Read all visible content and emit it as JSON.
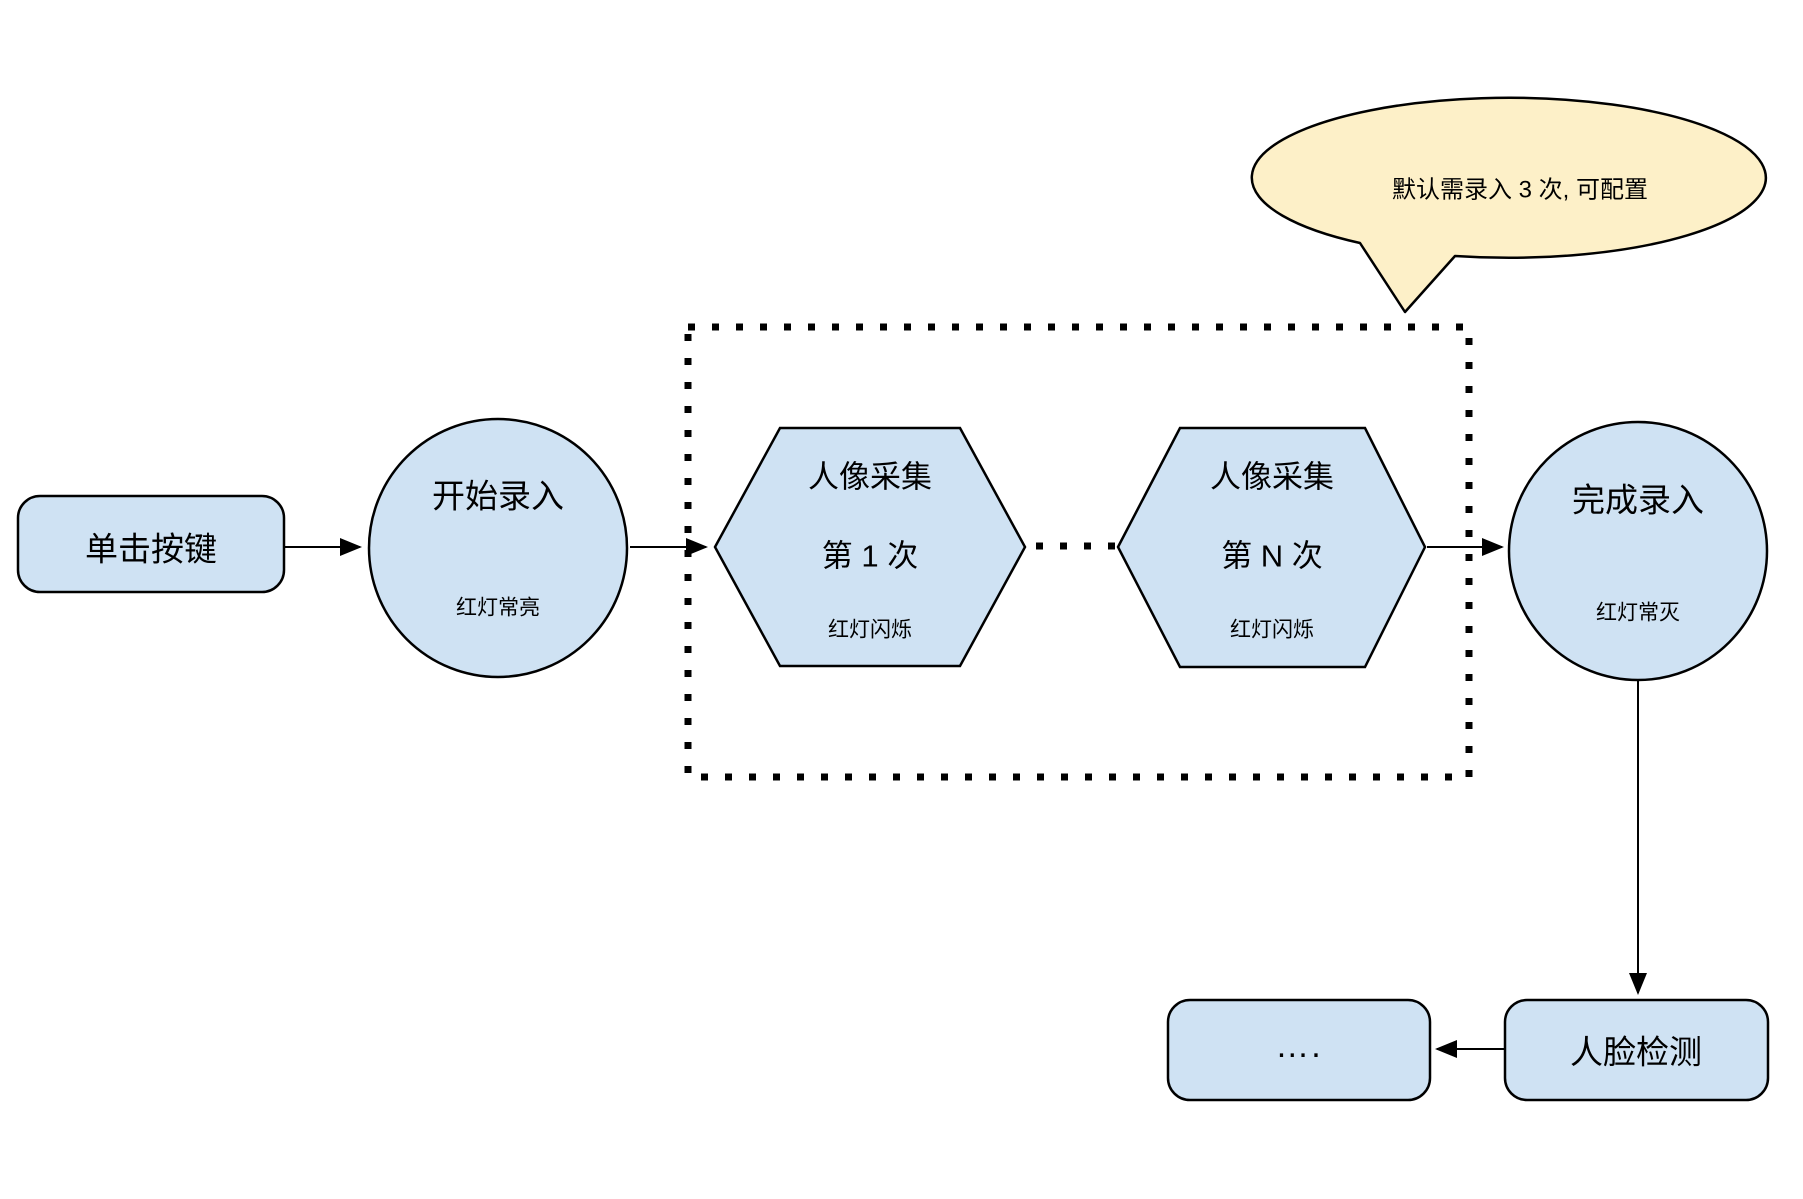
{
  "colors": {
    "node_fill": "#cfe2f3",
    "bubble_fill": "#fdf0c8",
    "stroke": "#000000",
    "background": "#ffffff"
  },
  "diagram": {
    "start_button": {
      "label": "单击按键"
    },
    "start_node": {
      "title": "开始录入",
      "status": "红灯常亮"
    },
    "capture_loop": {
      "first": {
        "title": "人像采集",
        "count": "第 1 次",
        "status": "红灯闪烁"
      },
      "nth": {
        "title": "人像采集",
        "count": "第 N 次",
        "status": "红灯闪烁"
      }
    },
    "finish_node": {
      "title": "完成录入",
      "status": "红灯常灭"
    },
    "face_detect_node": {
      "label": "人脸检测"
    },
    "more_node": {
      "label": "…."
    },
    "callout": {
      "text": "默认需录入 3 次, 可配置"
    }
  }
}
